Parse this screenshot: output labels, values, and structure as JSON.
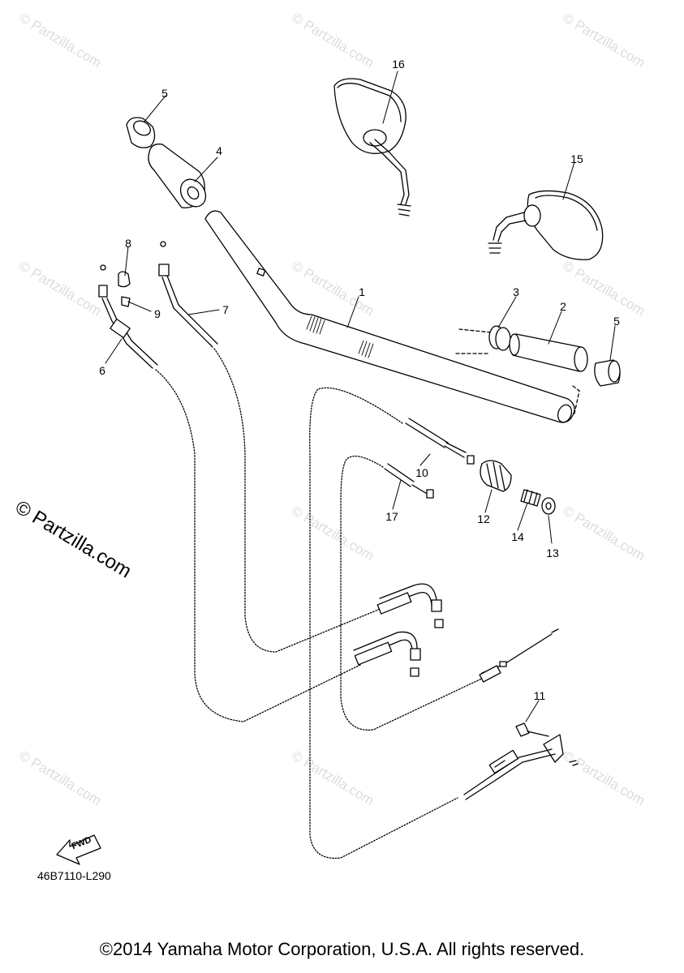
{
  "diagram": {
    "callouts": [
      {
        "id": "1",
        "text": "1"
      },
      {
        "id": "2",
        "text": "2"
      },
      {
        "id": "3",
        "text": "3"
      },
      {
        "id": "4",
        "text": "4"
      },
      {
        "id": "5a",
        "text": "5"
      },
      {
        "id": "5b",
        "text": "5"
      },
      {
        "id": "6",
        "text": "6"
      },
      {
        "id": "7",
        "text": "7"
      },
      {
        "id": "8",
        "text": "8"
      },
      {
        "id": "9",
        "text": "9"
      },
      {
        "id": "10",
        "text": "10"
      },
      {
        "id": "11",
        "text": "11"
      },
      {
        "id": "12",
        "text": "12"
      },
      {
        "id": "13",
        "text": "13"
      },
      {
        "id": "14",
        "text": "14"
      },
      {
        "id": "15",
        "text": "15"
      },
      {
        "id": "16",
        "text": "16"
      },
      {
        "id": "17",
        "text": "17"
      }
    ],
    "fwd_label": "FWD",
    "part_code": "46B7110-L290",
    "brand_mark": "© Partzilla.com",
    "watermark_text": "© Partzilla.com",
    "copyright": "©2014 Yamaha Motor Corporation, U.S.A. All rights reserved."
  }
}
